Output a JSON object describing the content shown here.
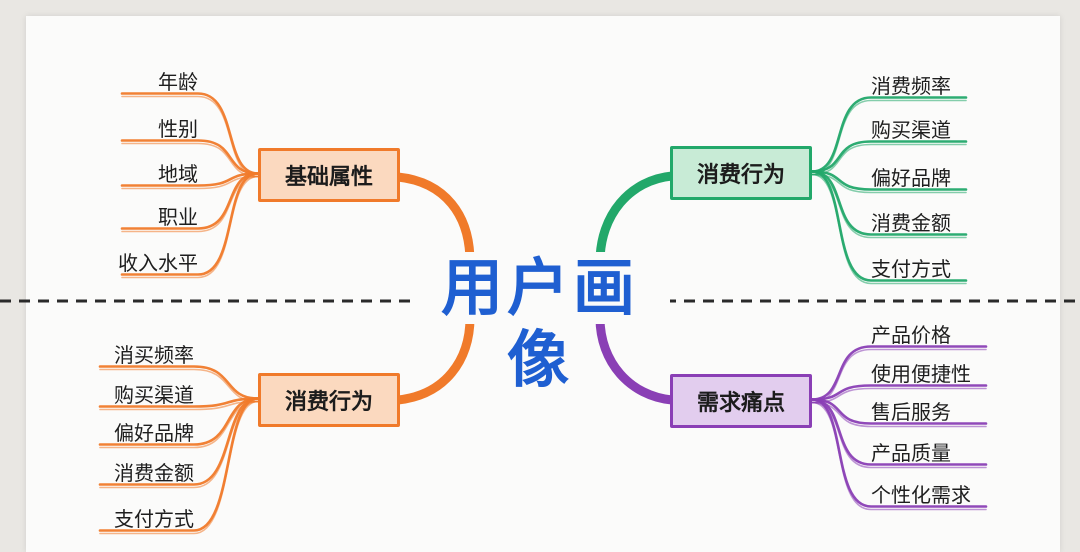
{
  "center": {
    "label": "用户画像",
    "color": "#1f5fd1"
  },
  "branches": [
    {
      "id": "tl",
      "label": "基础属性",
      "color": "#f07a2a",
      "fill": "#fbd9bf",
      "side": "left",
      "leaves": [
        "年龄",
        "性别",
        "地域",
        "职业",
        "收入水平"
      ]
    },
    {
      "id": "bl",
      "label": "消费行为",
      "color": "#f07a2a",
      "fill": "#fbd9bf",
      "side": "left",
      "leaves": [
        "消买频率",
        "购买渠道",
        "偏好品牌",
        "消费金额",
        "支付方式"
      ]
    },
    {
      "id": "tr",
      "label": "消费行为",
      "color": "#22a86a",
      "fill": "#c8ebd6",
      "side": "right",
      "leaves": [
        "消费频率",
        "购买渠道",
        "偏好品牌",
        "消费金额",
        "支付方式"
      ]
    },
    {
      "id": "br",
      "label": "需求痛点",
      "color": "#8a3fb5",
      "fill": "#e2cdee",
      "side": "right",
      "leaves": [
        "产品价格",
        "使用便捷性",
        "售后服务",
        "产品质量",
        "个性化需求"
      ]
    }
  ]
}
